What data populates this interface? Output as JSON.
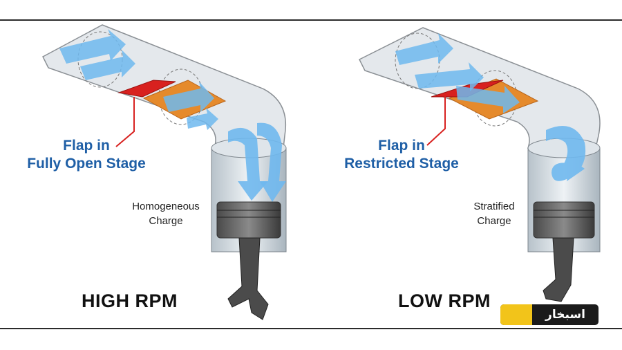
{
  "panels": [
    {
      "flap_label_line1": "Flap in",
      "flap_label_line2": "Fully Open Stage",
      "charge_line1": "Homogeneous",
      "charge_line2": "Charge",
      "rpm_label": "HIGH RPM"
    },
    {
      "flap_label_line1": "Flap in",
      "flap_label_line2": "Restricted Stage",
      "charge_line1": "Stratified",
      "charge_line2": "Charge",
      "rpm_label": "LOW RPM"
    }
  ],
  "logo": {
    "text": "اسبخار"
  },
  "colors": {
    "flap": "#d8211f",
    "plate": "#e58a2c",
    "airflow": "#6fb8ee",
    "label_blue": "#1f5fa6",
    "logo_yellow": "#f2c41a"
  }
}
